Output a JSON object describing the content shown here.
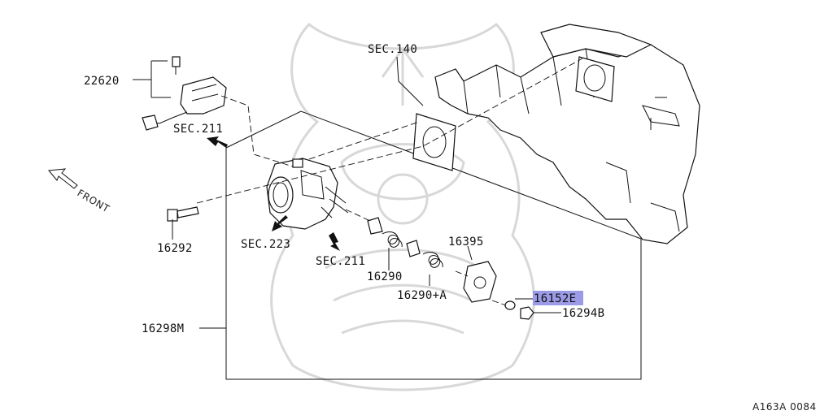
{
  "diagram": {
    "section_refs": {
      "sec_140": "SEC.140",
      "sec_211_top": "SEC.211",
      "sec_223": "SEC.223",
      "sec_211_bottom": "SEC.211"
    },
    "part_numbers": {
      "p22620": "22620",
      "p16292": "16292",
      "p16298m": "16298M",
      "p16290": "16290",
      "p16290a": "16290+A",
      "p16395": "16395",
      "p16152e": "16152E",
      "p16294b": "16294B"
    },
    "front_label": "FRONT",
    "figure_code": "A163A 0084",
    "highlighted_part": "16152E",
    "highlight_color": "#9a9ae6"
  }
}
